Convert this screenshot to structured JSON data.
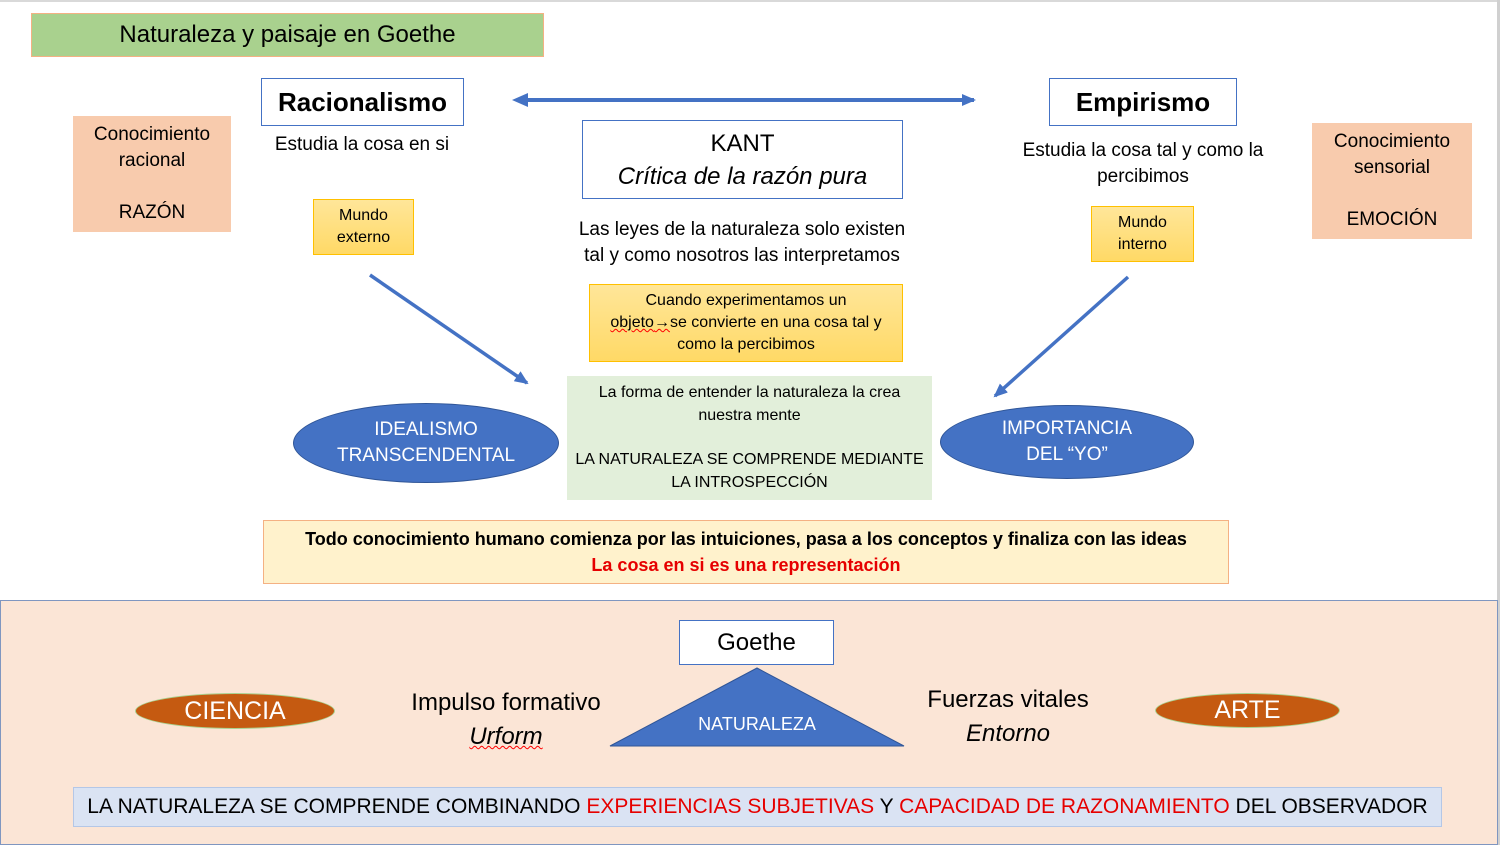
{
  "title": "Naturaleza y paisaje en Goethe",
  "racionalismo": {
    "label": "Racionalismo",
    "desc": "Estudia la cosa en si",
    "box_line1": "Conocimiento",
    "box_line2": "racional",
    "box_line3": "RAZÓN",
    "mundo_line1": "Mundo",
    "mundo_line2": "externo",
    "result_line1": "IDEALISMO",
    "result_line2": "TRANSCENDENTAL"
  },
  "empirismo": {
    "label": "Empirismo",
    "desc_line1": "Estudia la cosa tal y como la",
    "desc_line2": "percibimos",
    "box_line1": "Conocimiento",
    "box_line2": "sensorial",
    "box_line3": "EMOCIÓN",
    "mundo_line1": "Mundo",
    "mundo_line2": "interno",
    "result_line1": "IMPORTANCIA",
    "result_line2": "DEL “YO”"
  },
  "kant": {
    "title": "KANT",
    "subtitle": "Crítica de la razón pura",
    "laws_line1": "Las leyes de la naturaleza solo existen",
    "laws_line2": "tal y como nosotros las interpretamos",
    "cuando_line1": "Cuando experimentamos un",
    "cuando_word": "objeto",
    "cuando_arrow": "→",
    "cuando_rest": "se convierte en una cosa tal y",
    "cuando_line3": "como la percibimos",
    "green_line1": "La forma de entender la naturaleza la crea",
    "green_line2": "nuestra mente",
    "green_line3": "LA NATURALEZA SE COMPRENDE MEDIANTE",
    "green_line4": "LA INTROSPECCIÓN"
  },
  "summary": {
    "line1": "Todo conocimiento humano comienza por las intuiciones, pasa a los conceptos y finaliza con las ideas",
    "line2": "La cosa en si es una representación"
  },
  "goethe": {
    "label": "Goethe",
    "triangle": "NATURALEZA",
    "ciencia": "CIENCIA",
    "arte": "ARTE",
    "impulso": "Impulso formativo",
    "urform": "Urform",
    "fuerzas": "Fuerzas vitales",
    "entorno": "Entorno"
  },
  "bottom": {
    "p1": "LA NATURALEZA SE COMPRENDE COMBINANDO ",
    "p2": "EXPERIENCIAS SUBJETIVAS",
    "p3": " Y ",
    "p4": "CAPACIDAD DE RAZONAMIENTO",
    "p5": " DEL OBSERVADOR"
  },
  "colors": {
    "blue": "#4472c4",
    "red": "#e60000",
    "orange": "#c55a11"
  }
}
